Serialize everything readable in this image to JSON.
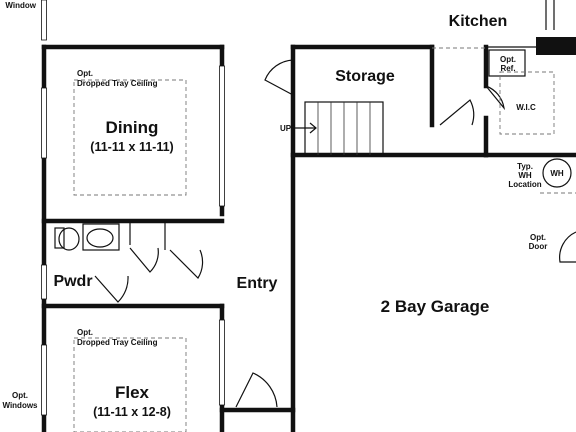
{
  "rooms": {
    "kitchen": "Kitchen",
    "storage": "Storage",
    "dining": "Dining",
    "dining_size": "(11-11 x 11-11)",
    "dining_tray_1": "Opt.",
    "dining_tray_2": "Dropped Tray Ceiling",
    "pwdr": "Pwdr",
    "entry": "Entry",
    "garage": "2 Bay Garage",
    "flex": "Flex",
    "flex_size": "(11-11 x 12-8)",
    "flex_tray_1": "Opt.",
    "flex_tray_2": "Dropped Tray Ceiling",
    "wic": "W.I.C"
  },
  "notes": {
    "window_top": "Window",
    "windows_left_1": "Opt.",
    "windows_left_2": "Windows",
    "up": "UP",
    "ref_1": "Opt.",
    "ref_2": "Ref.",
    "wh_1": "Typ.",
    "wh_2": "WH",
    "wh_3": "Location",
    "wh_symbol": "WH",
    "door_1": "Opt.",
    "door_2": "Door"
  }
}
